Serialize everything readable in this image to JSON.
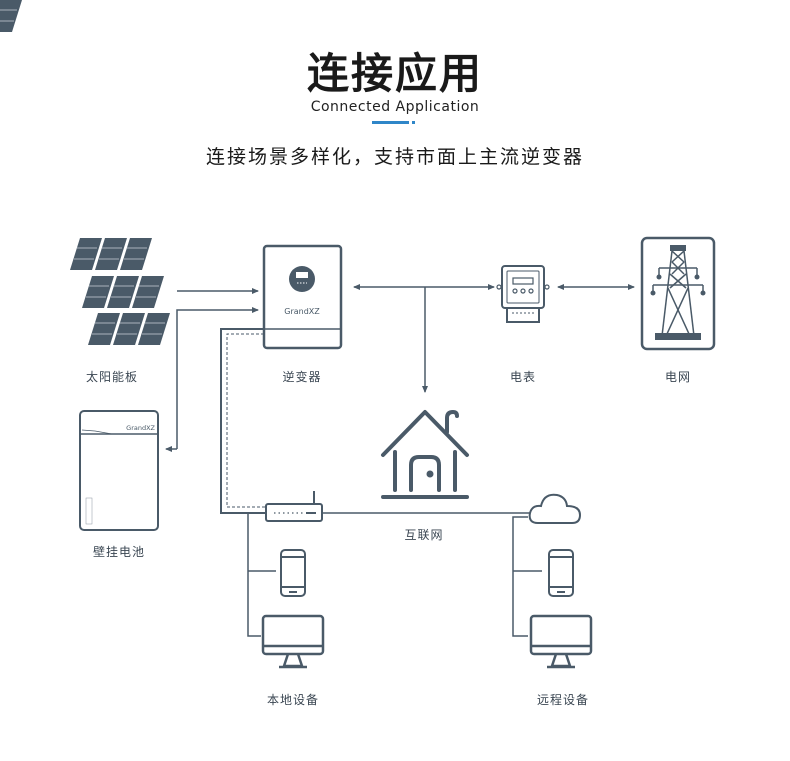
{
  "header": {
    "title": "连接应用",
    "subtitle": "Connected Application",
    "accent_color": "#2f86c8",
    "tagline": "连接场景多样化，支持市面上主流逆变器"
  },
  "diagram": {
    "stroke_color": "#4a5a68",
    "nodes": {
      "solar": {
        "label": "太阳能板",
        "icon": "solar-panel-icon"
      },
      "inverter": {
        "label": "逆变器",
        "icon": "inverter-icon",
        "brand": "GrandXZ"
      },
      "meter": {
        "label": "电表",
        "icon": "electric-meter-icon"
      },
      "grid": {
        "label": "电网",
        "icon": "power-tower-icon"
      },
      "battery": {
        "label": "壁挂电池",
        "icon": "wall-battery-icon",
        "brand": "GrandXZ"
      },
      "internet": {
        "label": "互联网",
        "icon": "router-icon"
      },
      "home": {
        "icon": "house-icon"
      },
      "cloud": {
        "icon": "cloud-icon"
      },
      "local": {
        "label": "本地设备",
        "icons": [
          "phone-icon",
          "monitor-icon"
        ]
      },
      "remote": {
        "label": "远程设备",
        "icons": [
          "phone-icon",
          "monitor-icon"
        ]
      }
    }
  }
}
